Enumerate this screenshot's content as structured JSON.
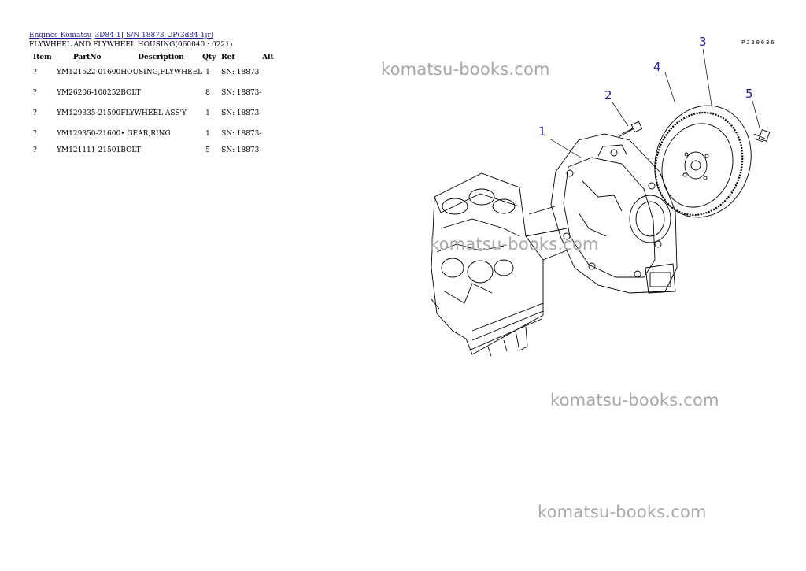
{
  "breadcrumb": {
    "link1": "Engines Komatsu",
    "link2": "3D84-1J S/N 18873-UP(3d84-1jr)"
  },
  "subtitle": "FLYWHEEL AND FLYWHEEL HOUSING(060040 : 0221)",
  "table": {
    "headers": [
      "Item",
      "PartNo",
      "Description",
      "Qty",
      "Ref",
      "Alt"
    ],
    "rows": [
      {
        "item": "?",
        "part": "YM121522-01600",
        "desc": "HOUSING,FLYWHEEL",
        "qty": "1",
        "ref": "SN: 18873-",
        "alt": ""
      },
      {
        "item": "?",
        "part": "YM26206-100252",
        "desc": "BOLT",
        "qty": "8",
        "ref": "SN: 18873-",
        "alt": ""
      },
      {
        "item": "?",
        "part": "YM129335-21590",
        "desc": "FLYWHEEL ASS'Y",
        "qty": "1",
        "ref": "SN: 18873-",
        "alt": ""
      },
      {
        "item": "?",
        "part": "YM129350-21600",
        "desc": "• GEAR,RING",
        "qty": "1",
        "ref": "SN: 18873-",
        "alt": ""
      },
      {
        "item": "?",
        "part": "YM121111-21501",
        "desc": "BOLT",
        "qty": "5",
        "ref": "SN: 18873-",
        "alt": ""
      }
    ]
  },
  "watermark": "komatsu-books.com",
  "diagram": {
    "code": "PJ30636",
    "callouts": [
      "1",
      "2",
      "3",
      "4",
      "5"
    ],
    "line_color": "#000000",
    "callout_color": "#1a1aa6"
  }
}
